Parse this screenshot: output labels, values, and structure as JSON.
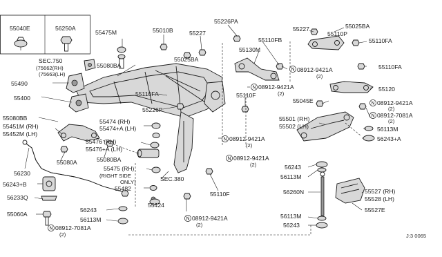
{
  "labels": {
    "p55040E": "55040E",
    "p56250A": "56250A",
    "sec750": "SEC.750",
    "sec750_rh": "(75662(RH)",
    "sec750_lh": "(75663(LH)",
    "p55475M": "55475M",
    "p55010B": "55010B",
    "p55227a": "55227",
    "p55226PA": "55226PA",
    "p55227b": "55227",
    "p55025BA_top": "55025BA",
    "p55110P": "55110P",
    "p55110FA_top": "55110FA",
    "p55110FB": "55110FB",
    "p55130M": "55130M",
    "p55080BA_upper": "55080BA",
    "p55025BA_mid": "55025BA",
    "n08912_9421A_1": "08912-9421A",
    "n08912_9421A_1_qty": "(2)",
    "p55110FA_right": "55110FA",
    "p55490": "55490",
    "p55110FA_mid": "55110FA",
    "n08912_9421A_2": "08912-9421A",
    "n08912_9421A_2_qty": "(2)",
    "p55120": "55120",
    "p55400": "55400",
    "p55110F_upper": "55110F",
    "p55045E": "55045E",
    "n08912_9421A_3": "08912-9421A",
    "n08912_9421A_3_qty": "(2)",
    "p55226P": "55226P",
    "n08912_7081A_1": "08912-7081A",
    "n08912_7081A_1_qty": "(2)",
    "p55080BB": "55080BB",
    "p55451M": "55451M (RH)",
    "p55452M": "55452M (LH)",
    "p55474": "55474 (RH)",
    "p55474A": "55474+A (LH)",
    "p55501": "55501 (RH)",
    "p55502": "55502 (LH)",
    "p56113M_right": "56113M",
    "p56243A_right": "56243+A",
    "n08912_9421A_4": "08912-9421A",
    "n08912_9421A_4_qty": "(2)",
    "p55476": "55476 (RH)",
    "p55476A": "55476+A (LH)",
    "p55080A": "55080A",
    "p55080BA_lower": "55080BA",
    "n08912_9421A_5": "08912-9421A",
    "n08912_9421A_5_qty": "(2)",
    "p56243_mid": "56243",
    "p56230": "56230",
    "p55475": "55475 (RH)",
    "p55475_note1": "(RIGHT SIDE",
    "p55475_note2": "ONLY)",
    "p56113M_mid": "56113M",
    "p56243B": "56243+B",
    "sec380": "SEC.380",
    "p55482": "55482",
    "p56233Q": "56233Q",
    "p55110F_lower": "55110F",
    "p56260N": "56260N",
    "p55527": "55527 (RH)",
    "p55528": "55528 (LH)",
    "p55424": "55424",
    "p55060A": "55060A",
    "p56243_left": "56243",
    "p55527E": "55527E",
    "p56113M_left": "56113M",
    "p56113M_bottom": "56113M",
    "n08912_9421A_6": "08912-9421A",
    "n08912_9421A_6_qty": "(2)",
    "n08912_7081A_2": "08912-7081A",
    "n08912_7081A_2_qty": "(2)",
    "p56243_bottom": "56243",
    "n_symbol": "N",
    "ref_code": "J:3 0065"
  }
}
